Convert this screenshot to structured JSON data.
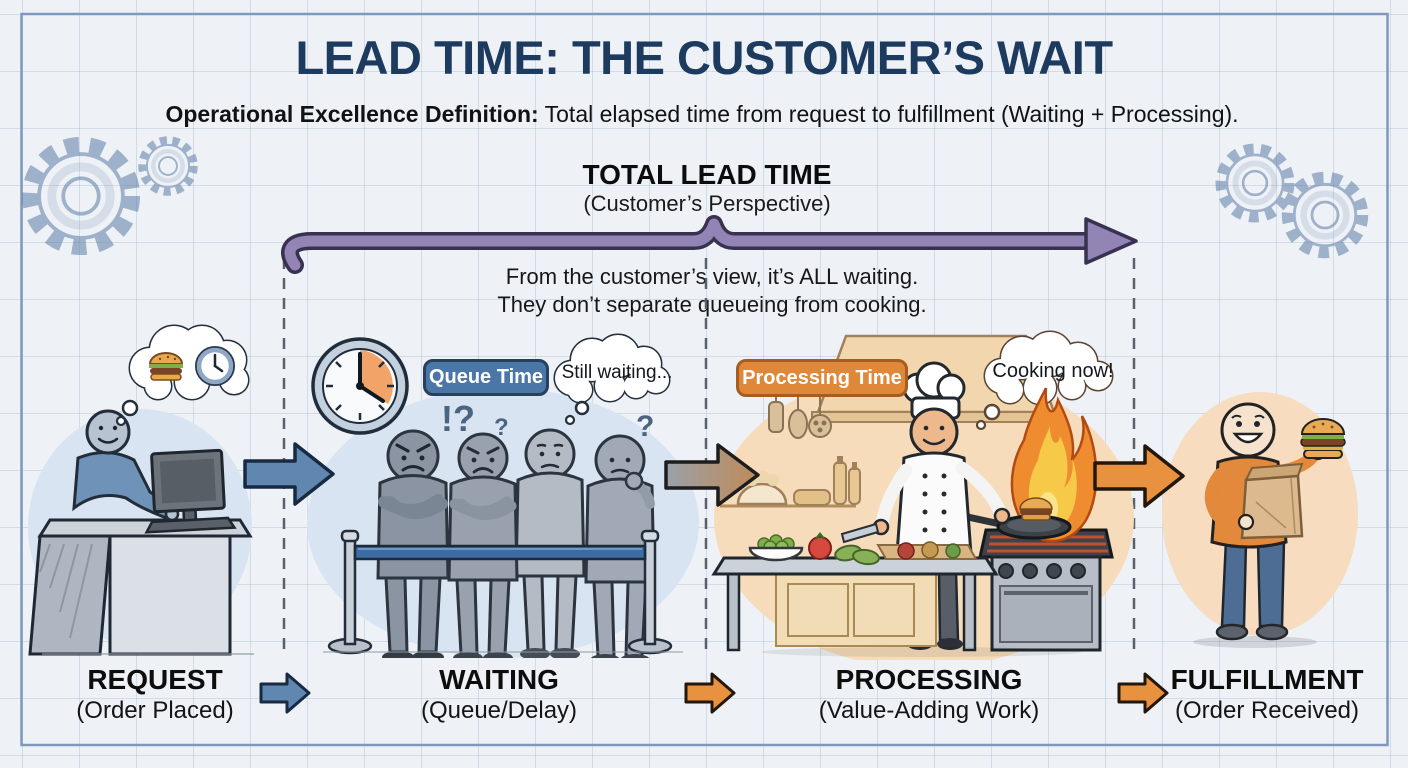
{
  "header": {
    "title": "LEAD TIME: THE CUSTOMER’S WAIT",
    "definition_label": "Operational Excellence Definition:",
    "definition_text": " Total elapsed time from request to fulfillment (Waiting + Processing)."
  },
  "bracket": {
    "heading": "TOTAL LEAD TIME",
    "subheading": "(Customer’s Perspective)",
    "note_line1": "From the customer’s view, it’s ALL waiting.",
    "note_line2": "They don’t separate queueing from cooking."
  },
  "waiting_scene": {
    "badge": "Queue Time",
    "bubble": "Still waiting...",
    "mark1": "!?",
    "mark2": "?",
    "mark3": "?"
  },
  "processing_scene": {
    "badge": "Processing Time",
    "bubble": "Cooking now!"
  },
  "stages": [
    {
      "name": "REQUEST",
      "subtitle": "(Order Placed)"
    },
    {
      "name": "WAITING",
      "subtitle": "(Queue/Delay)"
    },
    {
      "name": "PROCESSING",
      "subtitle": "(Value-Adding Work)"
    },
    {
      "name": "FULFILLMENT",
      "subtitle": "(Order Received)"
    }
  ],
  "icons": {
    "gear": "sketched blueprint gears",
    "thought-bubble": "cloud thought bubble",
    "burger": "hamburger",
    "clock": "analog clock with elapsed-time wedge",
    "queue-barrier": "stanchion belt barrier",
    "flame": "cooking flame",
    "takeout-bag": "paper takeout bag"
  },
  "colors": {
    "title_navy": "#1d3a5f",
    "bracket_purple": "#9284b4",
    "stage_arrow_blue": "#5f87b0",
    "stage_arrow_orange": "#e8913f",
    "queue_badge_blue": "#4a77a8",
    "processing_badge_orange": "#df883a",
    "waiting_blob_blue": "#d8e4f1",
    "processing_blob_peach": "#f6dcba"
  }
}
